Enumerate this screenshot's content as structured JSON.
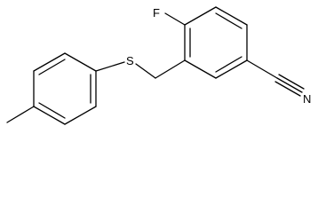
{
  "molecule": {
    "atoms": {
      "fluorine": "F",
      "sulfur": "S",
      "nitrogen": "N"
    }
  },
  "colors": {
    "bond": "#000000",
    "background": "#ffffff"
  }
}
